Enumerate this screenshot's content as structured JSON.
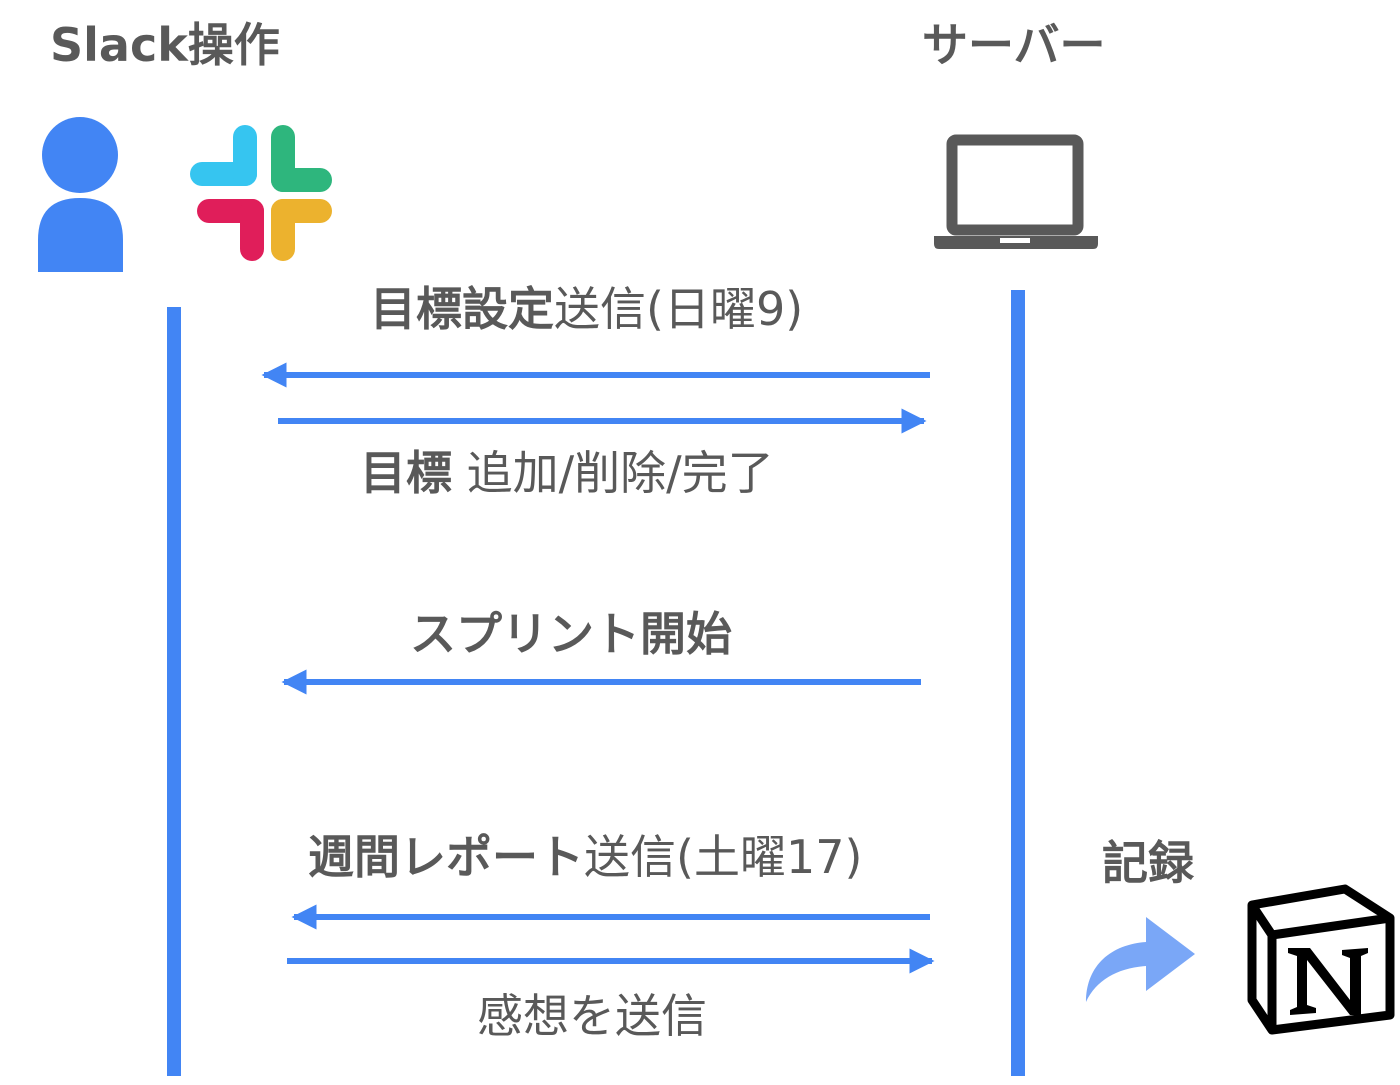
{
  "actors": {
    "left_title": "Slack操作",
    "right_title": "サーバー"
  },
  "icons": {
    "user": "user-icon",
    "slack": "slack-logo-icon",
    "server": "laptop-icon",
    "notion": "notion-logo-icon",
    "record_arrow": "curved-arrow-icon"
  },
  "messages": {
    "goal_setting": {
      "bold": "目標設定",
      "rest": "送信(日曜9)"
    },
    "goal_edit": {
      "bold": "目標",
      "rest": " 追加/削除/完了"
    },
    "sprint_start": {
      "bold": "スプリント開始",
      "rest": ""
    },
    "weekly_report": {
      "bold": "週間レポート",
      "rest": "送信(土曜17)"
    },
    "feedback": {
      "bold": "",
      "rest": "感想を送信"
    }
  },
  "record": {
    "label": "記録"
  },
  "colors": {
    "lifeline": "#4285f4",
    "arrow": "#4285f4",
    "text": "#595959",
    "user_icon": "#4285f4",
    "record_arrow": "#7aa7f7",
    "slack_blue": "#36c5f0",
    "slack_green": "#2eb67d",
    "slack_yellow": "#ecb22e",
    "slack_red": "#e01e5a"
  }
}
